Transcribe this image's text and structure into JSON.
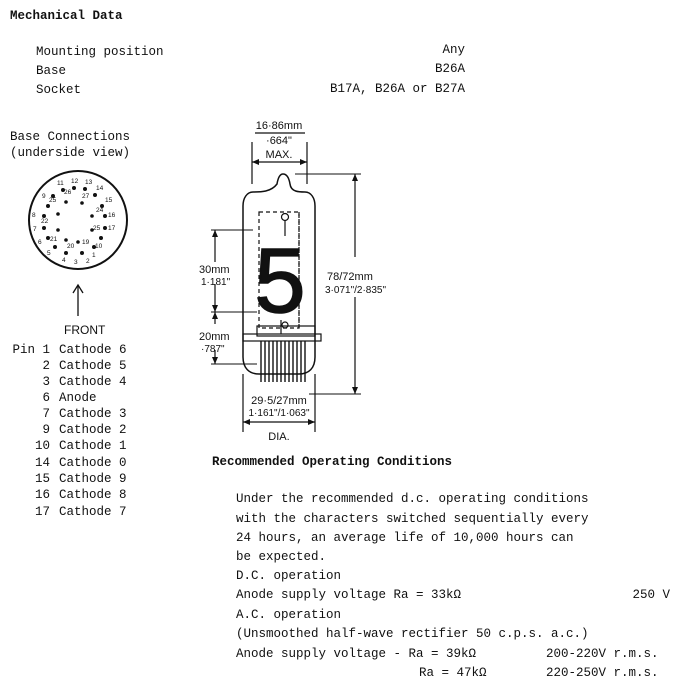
{
  "mechanical": {
    "title": "Mechanical Data",
    "rows": [
      {
        "label": "Mounting position",
        "value": "Any"
      },
      {
        "label": "Base",
        "value": "B26A"
      },
      {
        "label": "Socket",
        "value": "B17A, B26A or B27A"
      }
    ]
  },
  "base_connections": {
    "title": "Base Connections",
    "subtitle": "(underside view)",
    "front_label": "FRONT",
    "pin_numbers": [
      "1",
      "2",
      "3",
      "4",
      "5",
      "6",
      "7",
      "8",
      "9",
      "10",
      "11",
      "12",
      "13",
      "14",
      "15",
      "16",
      "17",
      "19",
      "20",
      "21",
      "22",
      "23",
      "24",
      "25",
      "26",
      "27"
    ],
    "pins": [
      {
        "num": "Pin 1",
        "name": "Cathode 6"
      },
      {
        "num": "2",
        "name": "Cathode 5"
      },
      {
        "num": "3",
        "name": "Cathode 4"
      },
      {
        "num": "6",
        "name": "Anode"
      },
      {
        "num": "7",
        "name": "Cathode 3"
      },
      {
        "num": "9",
        "name": "Cathode 2"
      },
      {
        "num": "10",
        "name": "Cathode 1"
      },
      {
        "num": "14",
        "name": "Cathode 0"
      },
      {
        "num": "15",
        "name": "Cathode 9"
      },
      {
        "num": "16",
        "name": "Cathode 8"
      },
      {
        "num": "17",
        "name": "Cathode 7"
      }
    ]
  },
  "drawing": {
    "top_dim_mm": "16·86mm",
    "top_dim_in": "·664\"",
    "max_label": "MAX.",
    "digit": "5",
    "char_height_mm": "30mm",
    "char_height_in": "1·181\"",
    "offset_mm": "20mm",
    "offset_in": "·787\"",
    "length_mm": "78/72mm",
    "length_in": "3·071\"/2·835\"",
    "dia_mm": "29·5/27mm",
    "dia_in": "1·161\"/1·063\"",
    "dia_label": "DIA."
  },
  "conditions": {
    "title": "Recommended Operating Conditions",
    "para": [
      "Under the recommended d.c. operating conditions",
      "with the characters switched sequentially every",
      "24 hours, an average life of 10,000 hours can",
      "be expected."
    ],
    "dc_label": "D.C. operation",
    "dc_supply": "Anode supply voltage Ra = 33kΩ",
    "dc_value": "250 V",
    "ac_label": "A.C. operation",
    "ac_note": "(Unsmoothed half-wave rectifier 50 c.p.s. a.c.)",
    "ac_supply_1": "Anode supply voltage - Ra = 39kΩ",
    "ac_value_1": "200-220V r.m.s.",
    "ac_supply_2": "Ra = 47kΩ",
    "ac_value_2": "220-250V r.m.s."
  }
}
